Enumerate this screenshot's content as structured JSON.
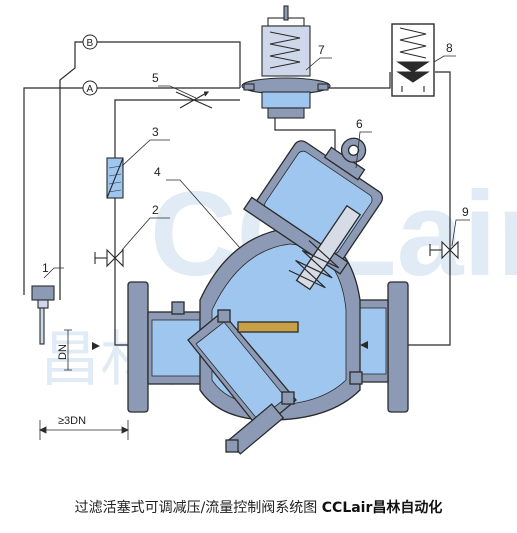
{
  "callouts": [
    "1",
    "2",
    "3",
    "4",
    "5",
    "6",
    "7",
    "8",
    "9"
  ],
  "circle_labels": {
    "b": "B",
    "a": "A"
  },
  "dimensions": {
    "dn": "DN",
    "spacing": "≥3DN"
  },
  "watermark": {
    "text": "CCLair",
    "cn": "昌林自动化"
  },
  "caption": {
    "title": "过滤活塞式可调减压/流量控制阀系统图",
    "brand": "CCLair昌林自动化"
  },
  "colors": {
    "body": "#8d9ab6",
    "cavity": "#9fc6ee",
    "outline": "#2a2a2a",
    "watermark": "#c9dbf0"
  }
}
